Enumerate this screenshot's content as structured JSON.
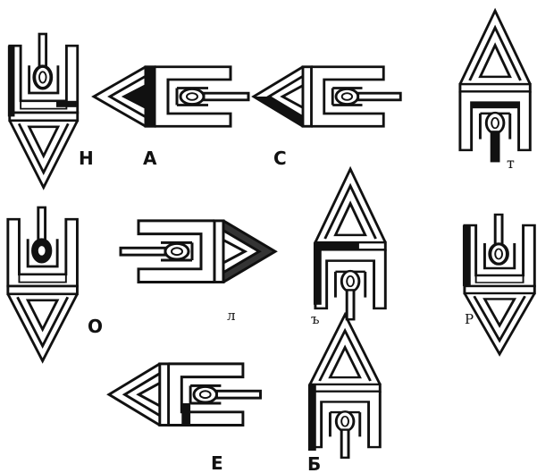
{
  "figure": {
    "labels": {
      "n": "Н",
      "a": "А",
      "c": "С",
      "t": "т",
      "o": "О",
      "l": "л",
      "v": "ъ",
      "r": "Р",
      "e": "Е",
      "b": "Б"
    },
    "colors": {
      "ink": "#111111",
      "paper": "#ffffff"
    }
  }
}
